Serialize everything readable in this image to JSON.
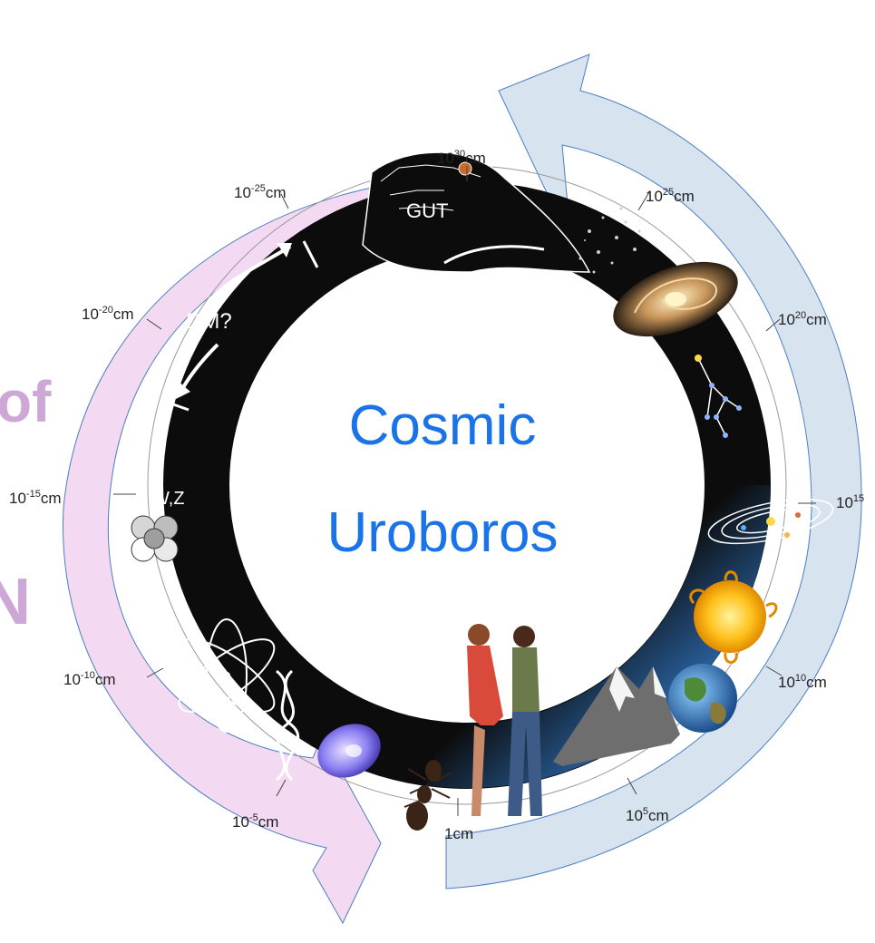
{
  "diagram": {
    "title_line1": "Cosmic",
    "title_line2": "Uroboros",
    "title_color": "#1a73e8",
    "ring_color": "#0c0c0c",
    "left_arrow_color": "#f3d9f1",
    "right_arrow_color": "#d8e3f0",
    "arrow_outline_color": "#4a7fc0",
    "edge_text_color": "#cda8d6",
    "edge_text_1": "of",
    "edge_text_2": "N",
    "scale_labels": [
      {
        "base": "10",
        "exp": "30",
        "unit": "cm"
      },
      {
        "base": "10",
        "exp": "25",
        "unit": "cm"
      },
      {
        "base": "10",
        "exp": "20",
        "unit": "cm"
      },
      {
        "base": "10",
        "exp": "15",
        "unit": ""
      },
      {
        "base": "10",
        "exp": "10",
        "unit": "cm"
      },
      {
        "base": "10",
        "exp": "5",
        "unit": "cm"
      },
      {
        "base": "1",
        "exp": "",
        "unit": "cm"
      },
      {
        "base": "10",
        "exp": "-5",
        "unit": "cm"
      },
      {
        "base": "10",
        "exp": "-10",
        "unit": "cm"
      },
      {
        "base": "10",
        "exp": "-15",
        "unit": "cm"
      },
      {
        "base": "10",
        "exp": "-20",
        "unit": "cm"
      },
      {
        "base": "10",
        "exp": "-25",
        "unit": "cm"
      }
    ],
    "ring_labels": {
      "gut": "GUT",
      "dm": "DM?",
      "wz": "W,Z"
    },
    "icons": [
      "snake-head-icon",
      "galaxy-cluster-icon",
      "spiral-galaxy-icon",
      "constellation-icon",
      "solar-system-icon",
      "sun-icon",
      "earth-icon",
      "mountain-icon",
      "human-couple-icon",
      "ant-icon",
      "cell-icon",
      "dna-icon",
      "atom-icon",
      "nucleus-icon"
    ]
  }
}
